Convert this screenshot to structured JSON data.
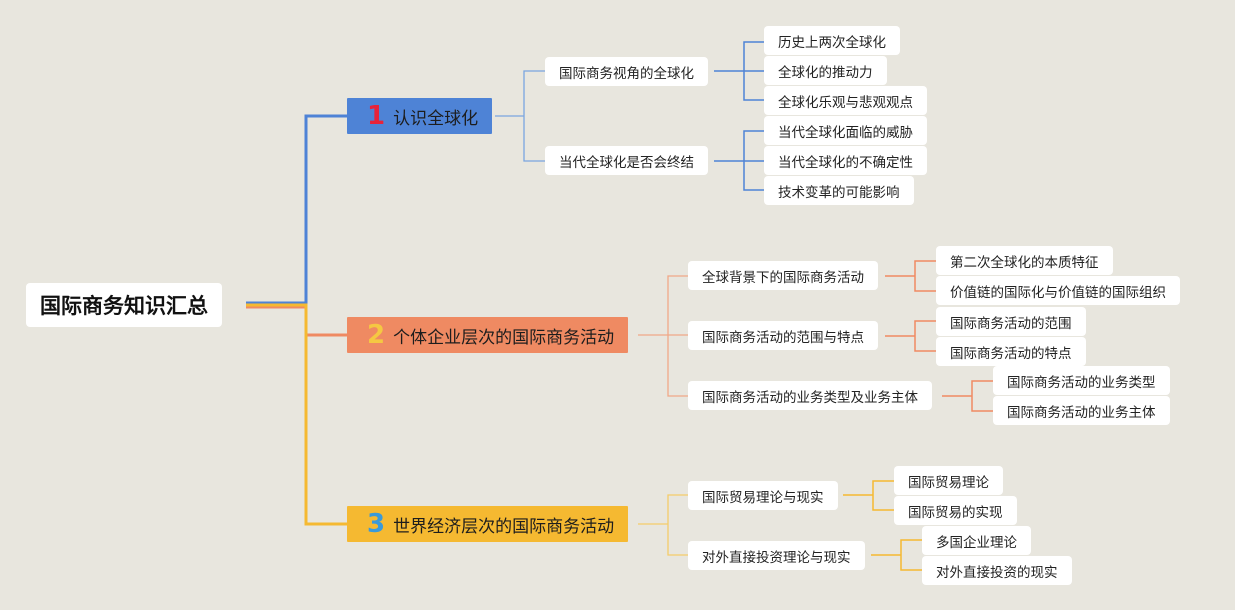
{
  "root": {
    "label": "国际商务知识汇总"
  },
  "branches": [
    {
      "number": "1",
      "label": "认识全球化",
      "color": "#4e83d6",
      "number_color": "#e8233a",
      "line_color": "#4e83d6",
      "sub_line_color": "#7aa5e0",
      "topics": [
        {
          "label": "国际商务视角的全球化",
          "items": [
            "历史上两次全球化",
            "全球化的推动力",
            "全球化乐观与悲观观点"
          ]
        },
        {
          "label": "当代全球化是否会终结",
          "items": [
            "当代全球化面临的威胁",
            "当代全球化的不确定性",
            "技术变革的可能影响"
          ]
        }
      ]
    },
    {
      "number": "2",
      "label": "个体企业层次的国际商务活动",
      "color": "#ef8a62",
      "number_color": "#f5c842",
      "line_color": "#ef8a62",
      "sub_line_color": "#f0a888",
      "topics": [
        {
          "label": "全球背景下的国际商务活动",
          "items": [
            "第二次全球化的本质特征",
            "价值链的国际化与价值链的国际组织"
          ]
        },
        {
          "label": "国际商务活动的范围与特点",
          "items": [
            "国际商务活动的范围",
            "国际商务活动的特点"
          ]
        },
        {
          "label": "国际商务活动的业务类型及业务主体",
          "items": [
            "国际商务活动的业务类型",
            "国际商务活动的业务主体"
          ]
        }
      ]
    },
    {
      "number": "3",
      "label": "世界经济层次的国际商务活动",
      "color": "#f5b931",
      "number_color": "#3a9ad9",
      "line_color": "#f5b931",
      "sub_line_color": "#f5cc6a",
      "topics": [
        {
          "label": "国际贸易理论与现实",
          "items": [
            "国际贸易理论",
            "国际贸易的实现"
          ]
        },
        {
          "label": "对外直接投资理论与现实",
          "items": [
            "多国企业理论",
            "对外直接投资的现实"
          ]
        }
      ]
    }
  ]
}
